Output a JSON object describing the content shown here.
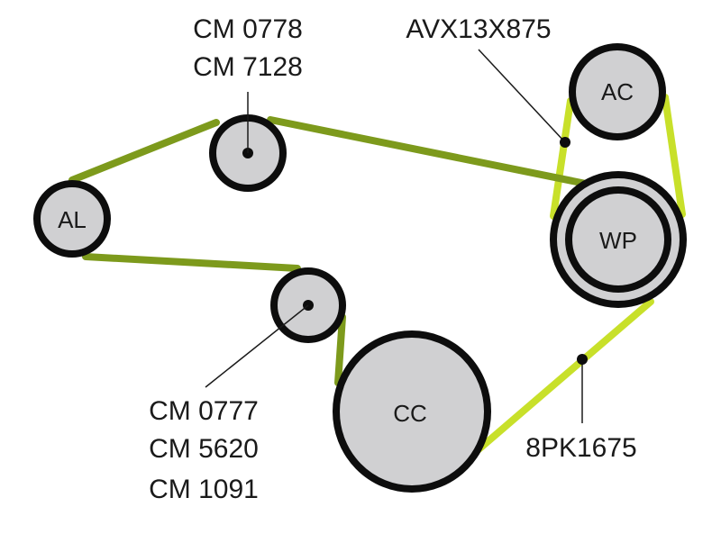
{
  "diagram": {
    "type": "belt-routing",
    "colors": {
      "belt_main": "#7d9a1c",
      "belt_accessory": "#c8e02a",
      "pulley_fill": "#d0d0d2",
      "pulley_stroke": "#0d0d0d",
      "text": "#1a1a1a"
    },
    "pulleys": {
      "al": {
        "label": "AL"
      },
      "ac": {
        "label": "AC"
      },
      "wp": {
        "label": "WP"
      },
      "cc": {
        "label": "CC"
      },
      "idler_top": {
        "label": ""
      },
      "tensioner": {
        "label": ""
      }
    },
    "callouts": {
      "idler_top": {
        "lines": [
          "CM 0778",
          "CM 7128"
        ]
      },
      "tensioner": {
        "lines": [
          "CM 0777",
          "CM 5620",
          "CM 1091"
        ]
      },
      "belt_ac": {
        "lines": [
          "AVX13X875"
        ]
      },
      "belt_main": {
        "lines": [
          "8PK1675"
        ]
      }
    }
  }
}
